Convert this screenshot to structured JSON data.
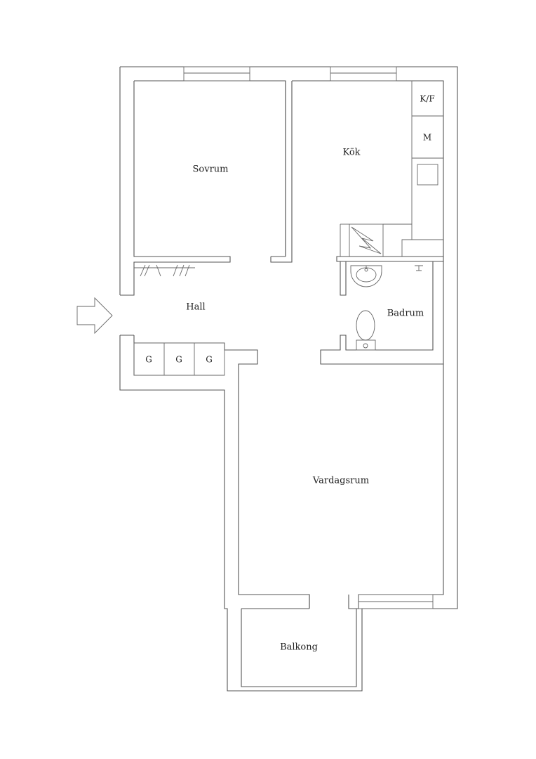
{
  "rooms": {
    "sovrum": "Sovrum",
    "kok": "Kök",
    "hall": "Hall",
    "badrum": "Badrum",
    "vardagsrum": "Vardagsrum",
    "balkong": "Balkong"
  },
  "fixtures": {
    "fridge_freezer": "K/F",
    "microwave": "M",
    "wardrobe_1": "G",
    "wardrobe_2": "G",
    "wardrobe_3": "G"
  },
  "colors": {
    "background": "#ffffff",
    "line": "#555555",
    "text": "#222222"
  }
}
